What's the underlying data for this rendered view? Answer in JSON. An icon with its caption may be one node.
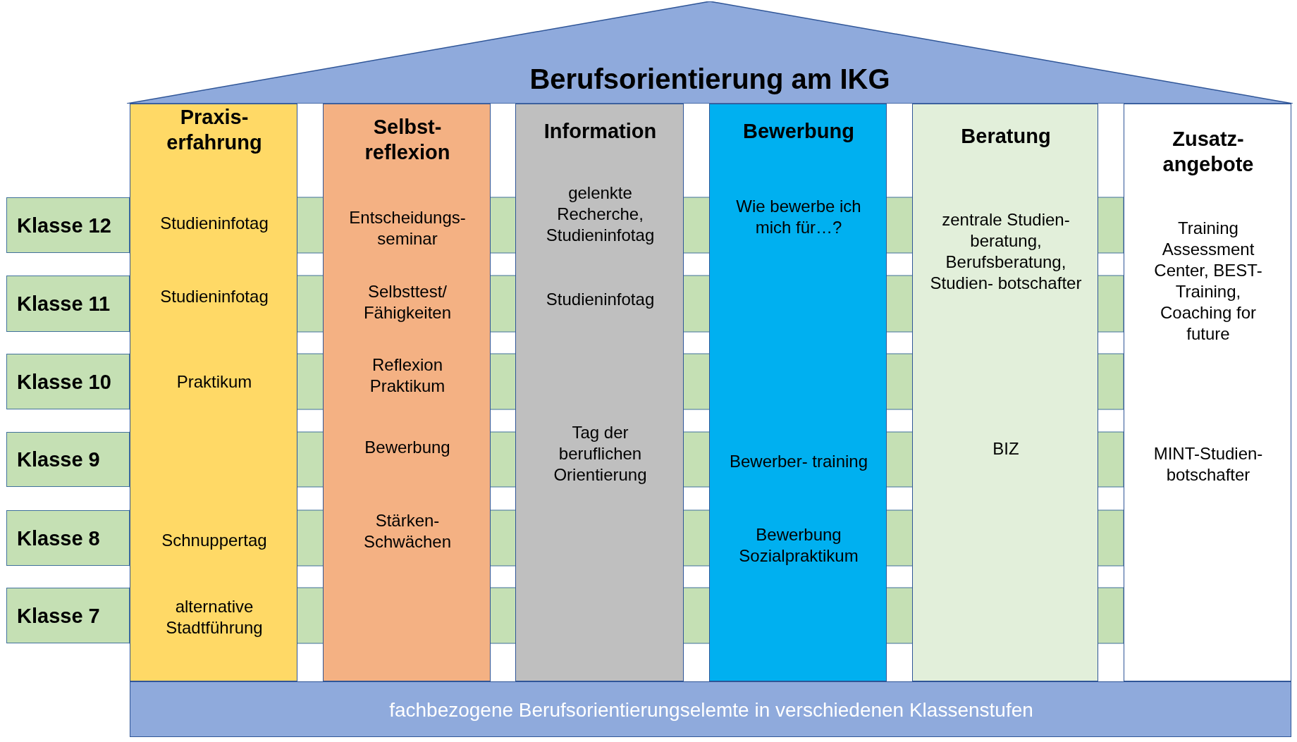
{
  "diagram": {
    "nodes": [
      {
        "text": [
          "Berufsorientierung am IKG"
        ]
      },
      {
        "text": [
          "Klasse 12"
        ]
      },
      {
        "text": [
          "Klasse 11"
        ]
      },
      {
        "text": [
          "Klasse 10"
        ]
      },
      {
        "text": [
          "Klasse 9"
        ]
      },
      {
        "text": [
          "Klasse 8"
        ]
      },
      {
        "text": [
          "Klasse 7"
        ]
      },
      {
        "text": [
          "Praxis- erfahrung",
          "Studieninfotag",
          "Studieninfotag",
          "Praktikum",
          "Schnuppertag",
          "alternative Stadtführung"
        ]
      },
      {
        "text": [
          "Selbst- reflexion",
          "Entscheidungs- seminar",
          "Selbsttest/ Fähigkeiten",
          "Reflexion Praktikum",
          "Bewerbung",
          "Stärken- Schwächen"
        ]
      },
      {
        "text": [
          "Information",
          "gelenkte Recherche, Studieninfotag",
          "Studieninfotag",
          "Tag der beruflichen Orientierung"
        ]
      },
      {
        "text": [
          "Bewerbung",
          "Wie bewerbe ich mich für…?",
          "Bewerber- training",
          "Bewerbung Sozialpraktikum"
        ]
      },
      {
        "text": [
          "Beratung",
          "zentrale Studien- beratung, Berufsberatung, Studien- botschafter",
          "BIZ"
        ]
      },
      {
        "text": [
          "Zusatz- angebote",
          "Training Assessment Center, BEST-Training, Coaching for future",
          "MINT-Studien- botschafter"
        ]
      },
      {
        "text": [
          "fachbezogene Berufsorientierungselemte in verschiedenen Klassenstufen"
        ]
      }
    ]
  }
}
